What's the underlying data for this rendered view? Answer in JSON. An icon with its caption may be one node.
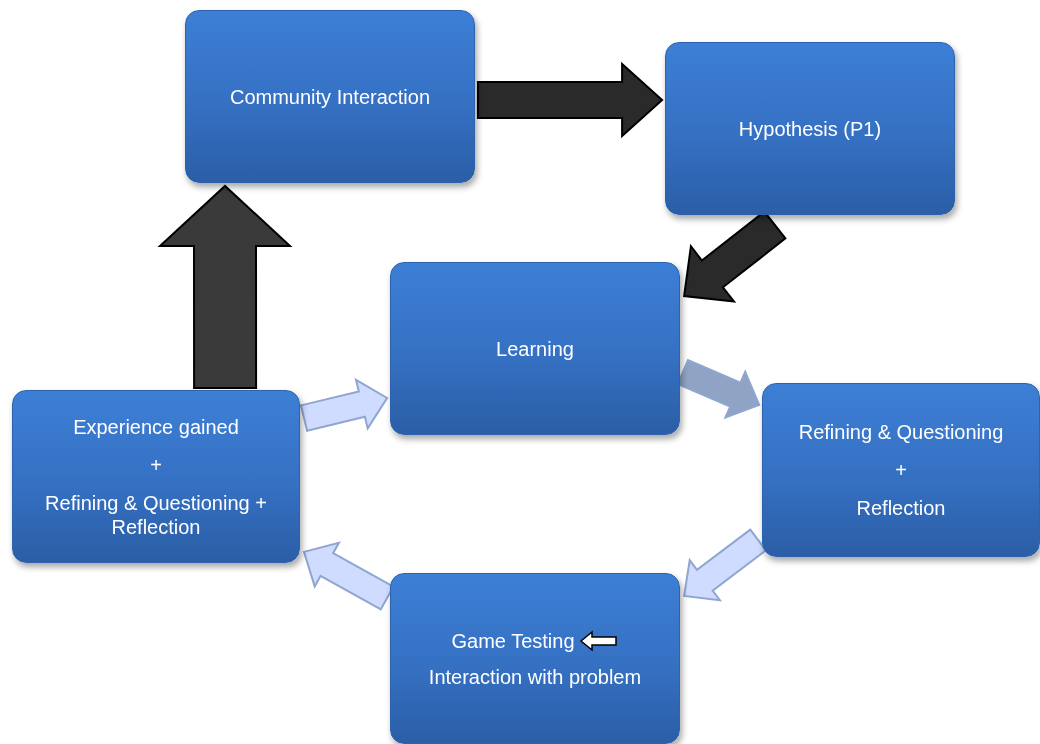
{
  "diagram": {
    "nodes": [
      {
        "text": [
          "Community Interaction"
        ]
      },
      {
        "text": [
          "Hypothesis (P1)"
        ]
      },
      {
        "text": [
          "Learning"
        ]
      },
      {
        "text": [
          "Refining & Questioning",
          "+",
          "Reflection"
        ]
      },
      {
        "text": [
          "Game Testing",
          "Interaction with problem"
        ]
      },
      {
        "text": [
          "Experience gained",
          "+",
          "Refining & Questioning + Reflection"
        ]
      }
    ],
    "edges": [
      {
        "from": 0,
        "to": 1,
        "arrow": "to",
        "color": "#2a2a2a"
      },
      {
        "from": 1,
        "to": 2,
        "arrow": "to",
        "color": "#2a2a2a"
      },
      {
        "from": 2,
        "to": 3,
        "arrow": "to",
        "color": "#8fa3c4"
      },
      {
        "from": 3,
        "to": 4,
        "arrow": "to",
        "color": "#cfdcff"
      },
      {
        "from": 4,
        "to": 5,
        "arrow": "to",
        "color": "#cfdcff"
      },
      {
        "from": 5,
        "to": 2,
        "arrow": "to",
        "color": "#cfdcff"
      },
      {
        "from": 5,
        "to": 0,
        "arrow": "to",
        "color": "#3a3a3a"
      }
    ]
  }
}
